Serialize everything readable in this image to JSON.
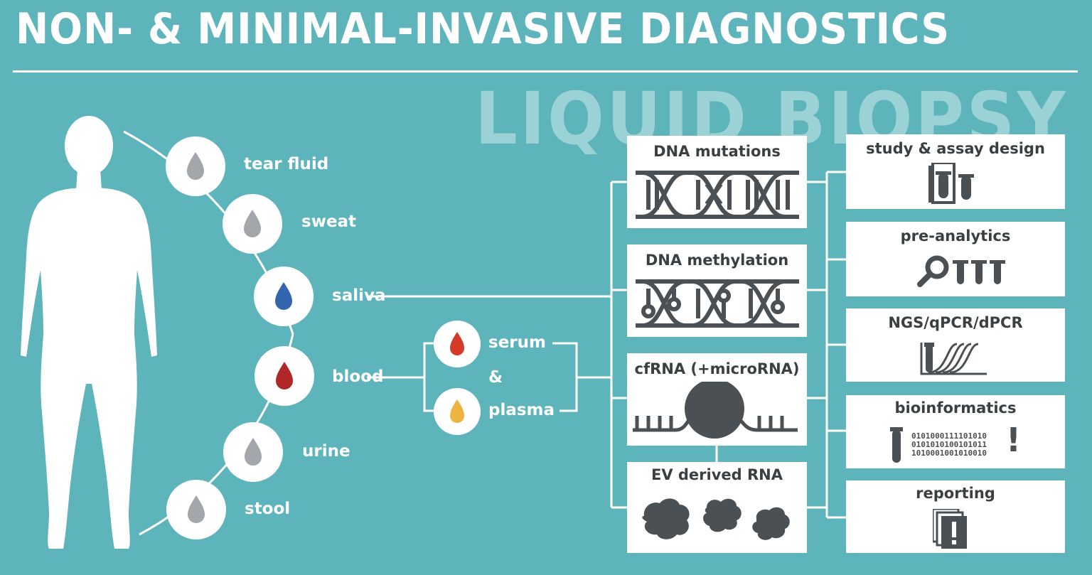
{
  "title": "NON- & MINIMAL-INVASIVE DIAGNOSTICS",
  "watermark": "LIQUID BIOPSY",
  "fluids": [
    {
      "label": "tear fluid",
      "icon": "drop-icon",
      "color": "#a3a6aa"
    },
    {
      "label": "sweat",
      "icon": "drop-icon",
      "color": "#a3a6aa"
    },
    {
      "label": "saliva",
      "icon": "drop-icon",
      "color": "#3466b0"
    },
    {
      "label": "blood",
      "icon": "drop-icon",
      "color": "#b0272a"
    },
    {
      "label": "urine",
      "icon": "drop-icon",
      "color": "#a3a6aa"
    },
    {
      "label": "stool",
      "icon": "drop-icon",
      "color": "#a3a6aa"
    }
  ],
  "blood_split": {
    "serum": {
      "label": "serum",
      "color": "#d63b2a"
    },
    "amp": "&",
    "plasma": {
      "label": "plasma",
      "color": "#efb341"
    }
  },
  "analytes": [
    {
      "label": "DNA mutations",
      "icon": "dna-mutation-icon"
    },
    {
      "label": "DNA methylation",
      "icon": "dna-methylation-icon"
    },
    {
      "label": "cfRNA (+microRNA)",
      "icon": "cfrna-icon"
    },
    {
      "label": "EV derived RNA",
      "icon": "extracellular-vesicle-icon"
    }
  ],
  "workflow": [
    {
      "label": "study & assay design",
      "icon": "document-tube-icon"
    },
    {
      "label": "pre-analytics",
      "icon": "magnifier-tubes-icon"
    },
    {
      "label": "NGS/qPCR/dPCR",
      "icon": "amplification-curve-icon"
    },
    {
      "label": "bioinformatics",
      "icon": "binary-data-icon",
      "binary": [
        "0101000111101010",
        "0101010100101011",
        "1010001001010010"
      ],
      "mark": "!"
    },
    {
      "label": "reporting",
      "icon": "report-alert-icon",
      "mark": "!"
    }
  ],
  "colors": {
    "background": "#5db4bb",
    "white": "#ffffff",
    "dark": "#4a5054",
    "watermark": "#9bd2d5"
  }
}
